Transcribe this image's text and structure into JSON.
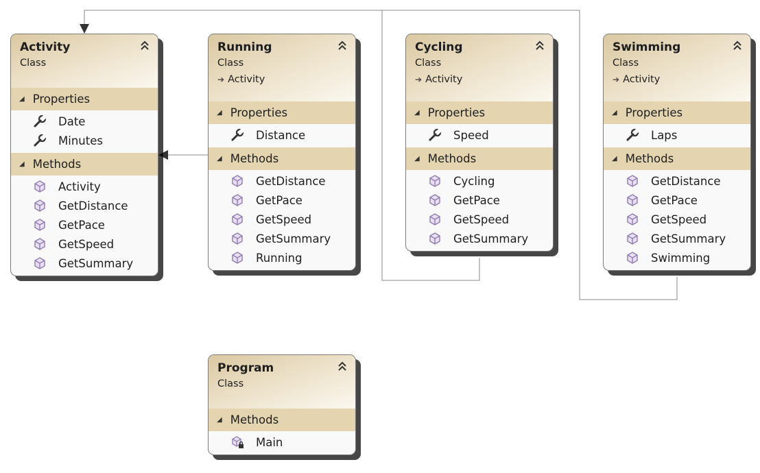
{
  "diagram": {
    "classes": {
      "activity": {
        "name": "Activity",
        "kind": "Class",
        "properties_label": "Properties",
        "properties": [
          "Date",
          "Minutes"
        ],
        "methods_label": "Methods",
        "methods": [
          "Activity",
          "GetDistance",
          "GetPace",
          "GetSpeed",
          "GetSummary"
        ]
      },
      "running": {
        "name": "Running",
        "kind": "Class",
        "parent": "Activity",
        "properties_label": "Properties",
        "properties": [
          "Distance"
        ],
        "methods_label": "Methods",
        "methods": [
          "GetDistance",
          "GetPace",
          "GetSpeed",
          "GetSummary",
          "Running"
        ]
      },
      "cycling": {
        "name": "Cycling",
        "kind": "Class",
        "parent": "Activity",
        "properties_label": "Properties",
        "properties": [
          "Speed"
        ],
        "methods_label": "Methods",
        "methods": [
          "Cycling",
          "GetPace",
          "GetSpeed",
          "GetSummary"
        ]
      },
      "swimming": {
        "name": "Swimming",
        "kind": "Class",
        "parent": "Activity",
        "properties_label": "Properties",
        "properties": [
          "Laps"
        ],
        "methods_label": "Methods",
        "methods": [
          "GetDistance",
          "GetPace",
          "GetSpeed",
          "GetSummary",
          "Swimming"
        ]
      },
      "program": {
        "name": "Program",
        "kind": "Class",
        "methods_label": "Methods",
        "methods": [
          "Main"
        ]
      }
    },
    "inheritance": [
      {
        "from": "Running",
        "to": "Activity"
      },
      {
        "from": "Cycling",
        "to": "Activity"
      },
      {
        "from": "Swimming",
        "to": "Activity"
      }
    ],
    "colors": {
      "header_start": "#dac8a1",
      "section_band": "#e4d5b0",
      "connector": "#8a8a8a",
      "method_icon": "#8f7bb0"
    },
    "icons": {
      "collapse": "double-chevron-up-icon",
      "parent": "inherits-arrow-icon",
      "property": "wrench-icon",
      "method": "cube-icon",
      "private_method": "cube-lock-icon"
    }
  }
}
